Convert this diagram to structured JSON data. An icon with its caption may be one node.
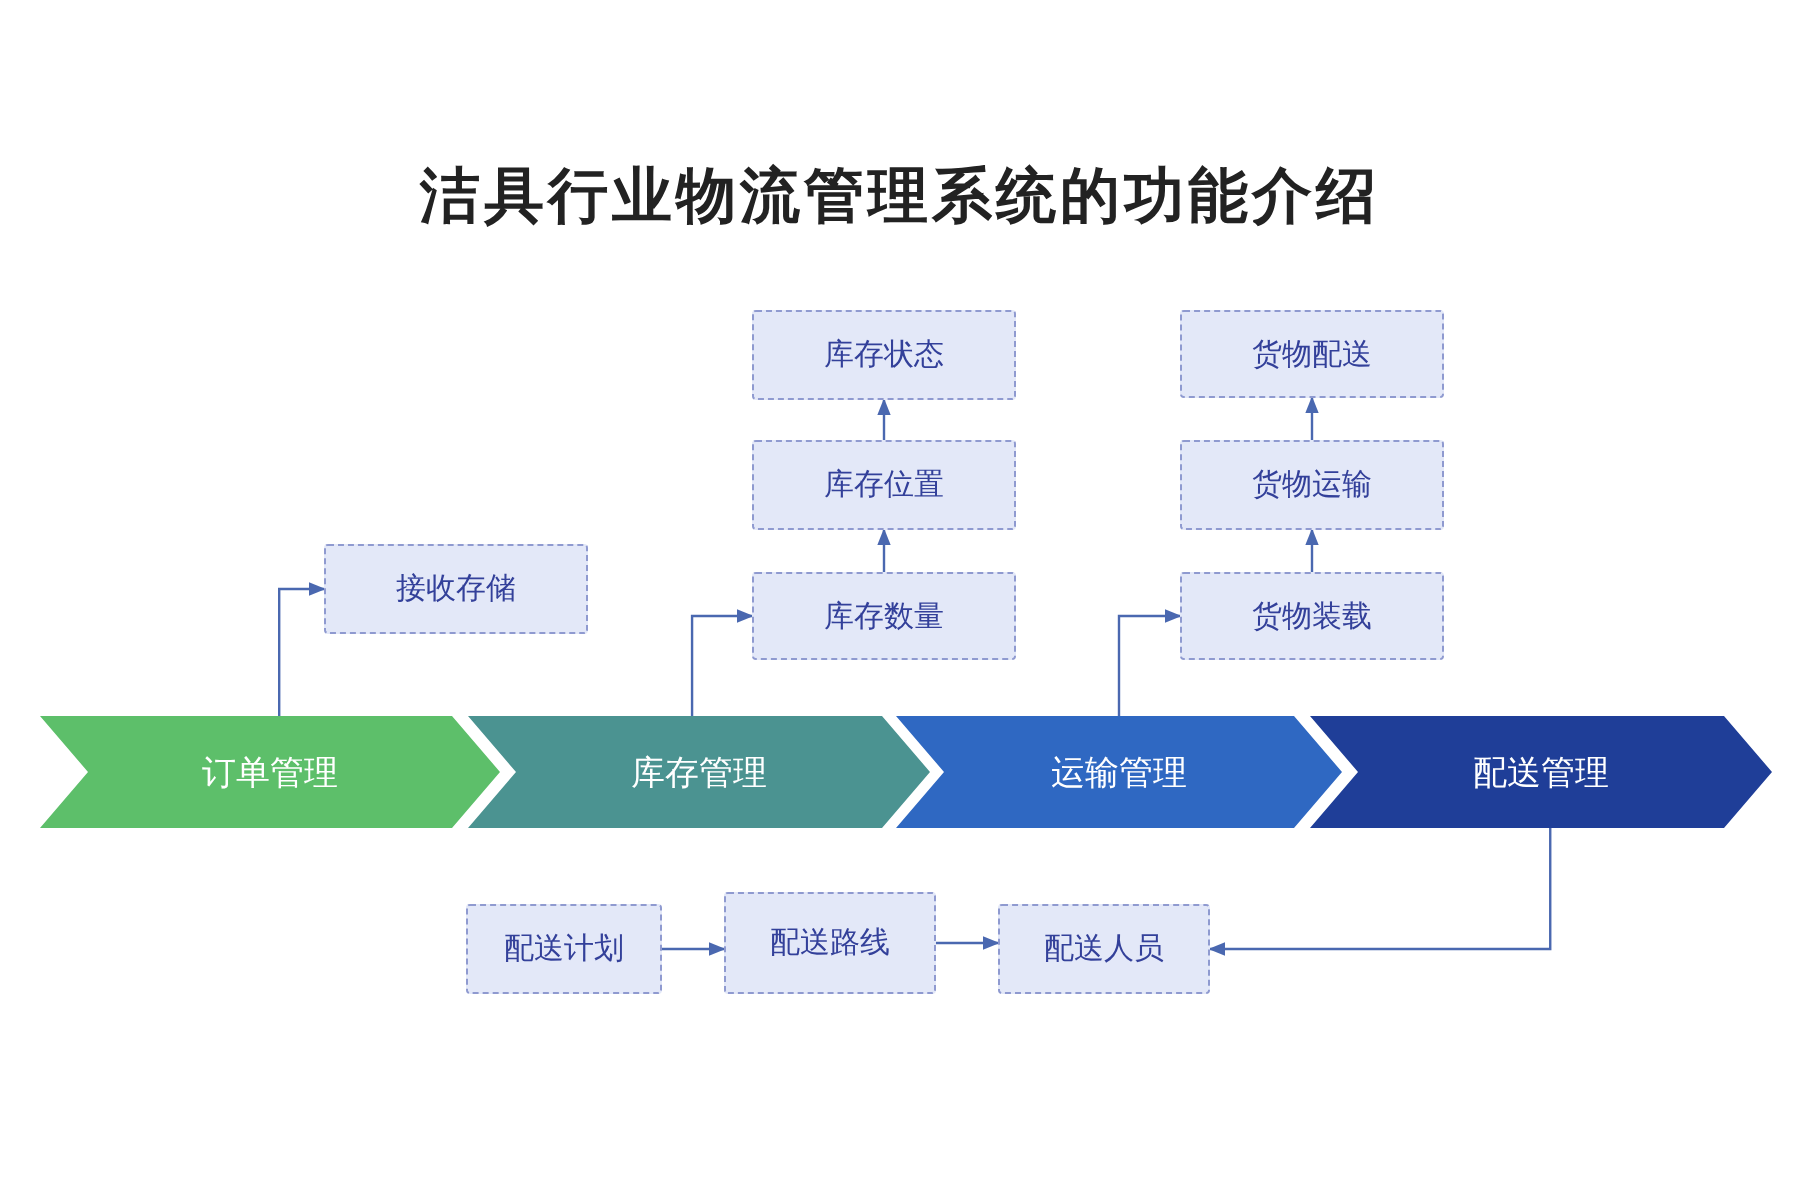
{
  "diagram": {
    "title": "洁具行业物流管理系统的功能介绍",
    "nodes": [
      {
        "text": [
          "订单管理"
        ]
      },
      {
        "text": [
          "库存管理"
        ]
      },
      {
        "text": [
          "运输管理"
        ]
      },
      {
        "text": [
          "配送管理"
        ]
      },
      {
        "text": [
          "接收存储"
        ]
      },
      {
        "text": [
          "库存数量"
        ]
      },
      {
        "text": [
          "库存位置"
        ]
      },
      {
        "text": [
          "库存状态"
        ]
      },
      {
        "text": [
          "货物装载"
        ]
      },
      {
        "text": [
          "货物运输"
        ]
      },
      {
        "text": [
          "货物配送"
        ]
      },
      {
        "text": [
          "配送计划"
        ]
      },
      {
        "text": [
          "配送路线"
        ]
      },
      {
        "text": [
          "配送人员"
        ]
      }
    ],
    "edges": [
      {
        "from": 0,
        "to": 4,
        "arrow": "to"
      },
      {
        "from": 1,
        "to": 5,
        "arrow": "to"
      },
      {
        "from": 5,
        "to": 6,
        "arrow": "to"
      },
      {
        "from": 6,
        "to": 7,
        "arrow": "to"
      },
      {
        "from": 2,
        "to": 8,
        "arrow": "to"
      },
      {
        "from": 8,
        "to": 9,
        "arrow": "to"
      },
      {
        "from": 9,
        "to": 10,
        "arrow": "to"
      },
      {
        "from": 3,
        "to": 13,
        "arrow": "to"
      },
      {
        "from": 11,
        "to": 12,
        "arrow": "to"
      },
      {
        "from": 12,
        "to": 13,
        "arrow": "to"
      }
    ]
  }
}
